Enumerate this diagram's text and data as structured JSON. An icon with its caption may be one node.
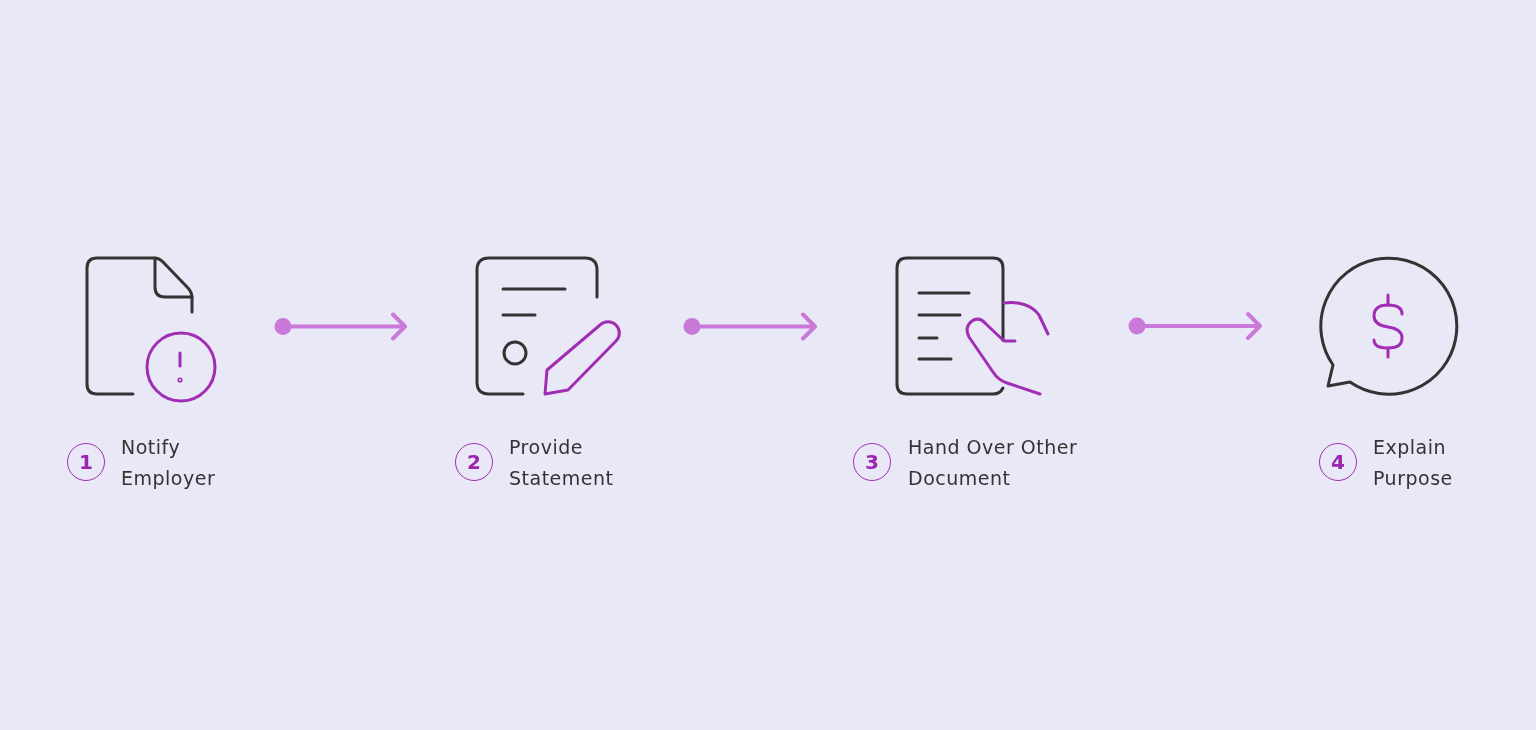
{
  "diagram": {
    "nodes": [
      {
        "text": [],
        "shape": "picture"
      },
      {
        "text": [],
        "shape": "picture"
      },
      {
        "text": [],
        "shape": "picture"
      },
      {
        "text": [],
        "shape": "picture"
      },
      {
        "text": [
          "1"
        ],
        "beside": [
          "Notify Employer"
        ]
      },
      {
        "text": [
          "2"
        ],
        "beside": [
          "Provide Statement"
        ]
      },
      {
        "text": [
          "3"
        ],
        "beside": [
          "Hand Over Other Document"
        ]
      },
      {
        "text": [
          "4"
        ],
        "beside": [
          "Explain Purpose"
        ]
      }
    ],
    "edges": [
      {
        "from": 0,
        "to": 1,
        "arrow": "to"
      },
      {
        "from": 1,
        "to": 2,
        "arrow": "to"
      },
      {
        "from": 2,
        "to": 3,
        "arrow": "to"
      }
    ]
  }
}
